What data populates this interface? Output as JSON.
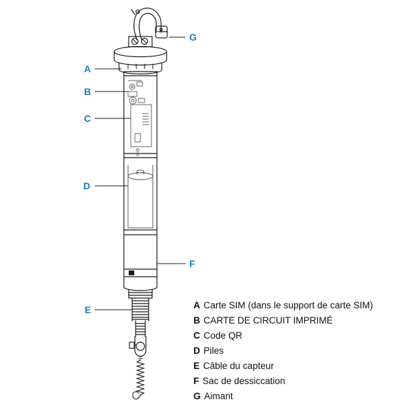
{
  "figure": {
    "callouts": [
      {
        "letter": "A"
      },
      {
        "letter": "B"
      },
      {
        "letter": "C"
      },
      {
        "letter": "D"
      },
      {
        "letter": "E"
      },
      {
        "letter": "F"
      },
      {
        "letter": "G"
      }
    ]
  },
  "legend": {
    "items": [
      {
        "key": "A",
        "text": "Carte SIM (dans le support de carte SIM)"
      },
      {
        "key": "B",
        "text": "CARTE DE CIRCUIT IMPRIMÉ"
      },
      {
        "key": "C",
        "text": "Code QR"
      },
      {
        "key": "D",
        "text": "Piles"
      },
      {
        "key": "E",
        "text": "Câble du capteur"
      },
      {
        "key": "F",
        "text": "Sac de dessiccation"
      },
      {
        "key": "G",
        "text": "Aimant"
      }
    ]
  },
  "colors": {
    "callout_letter": "#1F7EB4",
    "line_art": "#1A1A1A",
    "internal_parts": "#666666",
    "background": "#FFFFFF"
  }
}
